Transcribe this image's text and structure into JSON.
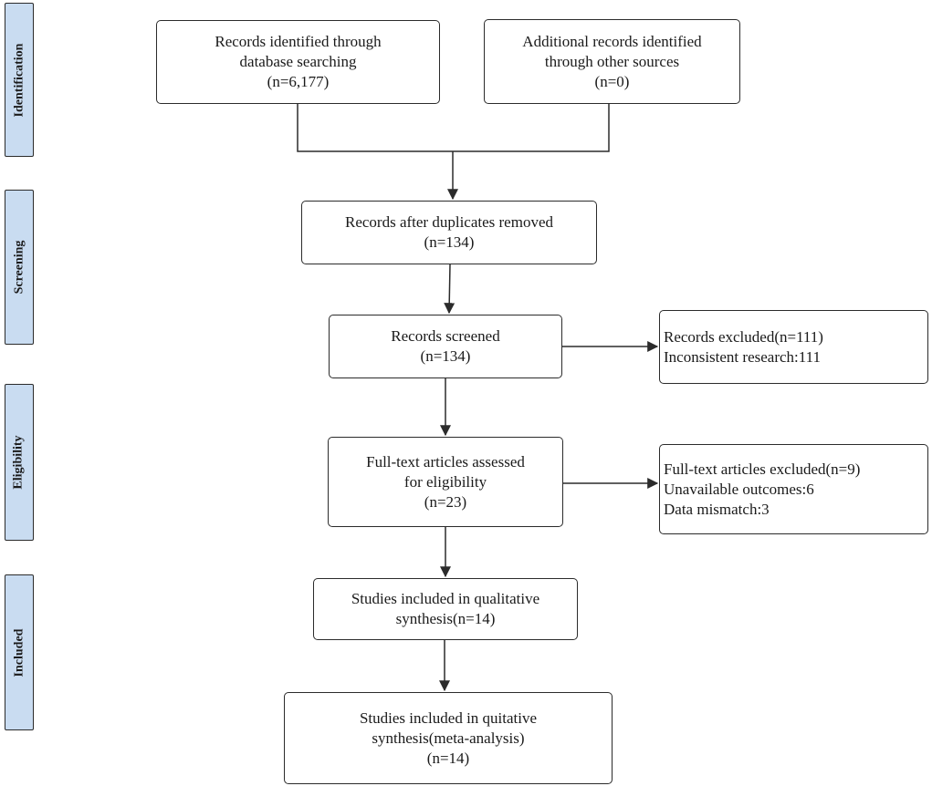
{
  "phases": [
    {
      "id": "identification",
      "label": "Identification"
    },
    {
      "id": "screening",
      "label": "Screening"
    },
    {
      "id": "eligibility",
      "label": "Eligibility"
    },
    {
      "id": "included",
      "label": "Included"
    }
  ],
  "boxes": {
    "database": {
      "lines": [
        "Records identified through",
        "database searching",
        "(n=6,177)"
      ]
    },
    "other": {
      "lines": [
        "Additional records identified",
        "through other sources",
        "(n=0)"
      ]
    },
    "duplicates": {
      "lines": [
        "Records after duplicates removed",
        "(n=134)"
      ]
    },
    "screened": {
      "lines": [
        "Records screened",
        "(n=134)"
      ]
    },
    "excluded": {
      "lines": [
        "Records excluded(n=111)",
        "Inconsistent research:111"
      ]
    },
    "fulltext": {
      "lines": [
        "Full-text articles assessed",
        "for eligibility",
        "(n=23)"
      ]
    },
    "fulltext_excluded": {
      "lines": [
        "Full-text articles excluded(n=9)",
        "Unavailable outcomes:6",
        "Data mismatch:3"
      ]
    },
    "qualitative": {
      "lines": [
        "Studies included in qualitative",
        "synthesis(n=14)"
      ]
    },
    "quantitative": {
      "lines": [
        "Studies included in quitative",
        "synthesis(meta-analysis)",
        "(n=14)"
      ]
    }
  },
  "colors": {
    "phase_fill": "#c9dcf1",
    "stroke": "#2b2b2b",
    "box_fill": "#ffffff"
  }
}
